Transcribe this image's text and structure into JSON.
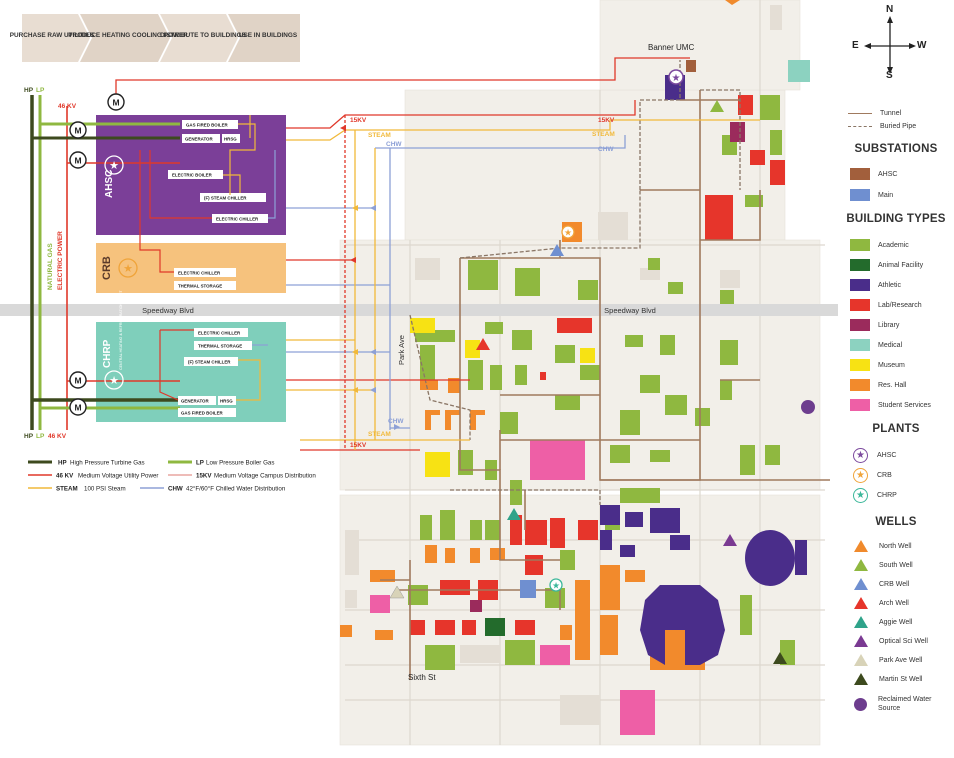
{
  "process_steps": [
    "PURCHASE RAW UTILITIES",
    "PRODUCE HEATING COOLING POWER",
    "DISTRIBUTE TO BUILDINGS",
    "USE IN BUILDINGS"
  ],
  "side_labels": {
    "hp": "HP",
    "lp": "LP",
    "kv46": "46 KV",
    "natural_gas": "NATURAL GAS",
    "electric_power": "ELECTRIC POWER",
    "motor": "M"
  },
  "line_labels": {
    "kv15": "15KV",
    "steam": "STEAM",
    "chw": "CHW"
  },
  "plants_diagram": {
    "ahsc": {
      "name": "AHSC",
      "equipment": [
        "GAS FIRED BOILER",
        "GENERATOR",
        "HRSG",
        "ELECTRIC BOILER",
        "(F) STEAM CHILLER",
        "ELECTRIC CHILLER"
      ]
    },
    "crb": {
      "name": "CRB",
      "equipment": [
        "ELECTRIC CHILLER",
        "THERMAL STORAGE"
      ]
    },
    "chrp": {
      "name": "CHRP",
      "subtitle": "CENTRAL HEATING & REFRIGERATION PLANT",
      "equipment": [
        "ELECTRIC CHILLER",
        "THERMAL STORAGE",
        "(F) STEAM CHILLER",
        "GENERATOR",
        "HRSG",
        "GAS FIRED BOILER"
      ]
    }
  },
  "line_legend": [
    {
      "abbr": "HP",
      "text": "High Pressure Turbine Gas",
      "color": "#3d4a1e"
    },
    {
      "abbr": "LP",
      "text": "Low Pressure Boiler Gas",
      "color": "#8fb840"
    },
    {
      "abbr": "46 KV",
      "text": "Medium Voltage Utility Power",
      "color": "#e0382a"
    },
    {
      "abbr": "15KV",
      "text": "Medium Voltage Campus Distribution",
      "color": "#e8a6a0"
    },
    {
      "abbr": "STEAM",
      "text": "100 PSI Steam",
      "color": "#f1b93a"
    },
    {
      "abbr": "CHW",
      "text": "42°F/60°F Chilled Water Distribution",
      "color": "#8da0d6"
    }
  ],
  "map_labels": {
    "banner_umc": "Banner UMC",
    "speedway_left": "Speedway Blvd",
    "speedway_right": "Speedway Blvd",
    "park_ave": "Park Ave",
    "sixth_st": "Sixth St"
  },
  "compass": {
    "n": "N",
    "s": "S",
    "e": "E",
    "w": "W"
  },
  "legend": {
    "tunnel": "Tunnel",
    "buried_pipe": "Buried Pipe",
    "substations_title": "SUBSTATIONS",
    "substations": [
      {
        "label": "AHSC",
        "color": "#a25f3c"
      },
      {
        "label": "Main",
        "color": "#6f8fd0"
      }
    ],
    "building_types_title": "BUILDING TYPES",
    "building_types": [
      {
        "label": "Academic",
        "color": "#8fb840"
      },
      {
        "label": "Animal Facility",
        "color": "#236b2c"
      },
      {
        "label": "Athletic",
        "color": "#4a2d8a"
      },
      {
        "label": "Lab/Research",
        "color": "#e6352b"
      },
      {
        "label": "Library",
        "color": "#9b2b5c"
      },
      {
        "label": "Medical",
        "color": "#8cd2c0"
      },
      {
        "label": "Museum",
        "color": "#f7e214"
      },
      {
        "label": "Res. Hall",
        "color": "#f28a2c"
      },
      {
        "label": "Student Services",
        "color": "#ee5fa6"
      }
    ],
    "plants_title": "PLANTS",
    "plants": [
      {
        "label": "AHSC",
        "color": "#7c4a9e"
      },
      {
        "label": "CRB",
        "color": "#f0a43a"
      },
      {
        "label": "CHRP",
        "color": "#3bb79a"
      }
    ],
    "wells_title": "WELLS",
    "wells": [
      {
        "label": "North Well",
        "color": "#f08a2c"
      },
      {
        "label": "South Well",
        "color": "#8fb840"
      },
      {
        "label": "CRB Well",
        "color": "#6f8fd0"
      },
      {
        "label": "Arch Well",
        "color": "#e6352b"
      },
      {
        "label": "Aggie Well",
        "color": "#2fa38a"
      },
      {
        "label": "Optical Sci Well",
        "color": "#7a3a92"
      },
      {
        "label": "Park Ave Well",
        "color": "#d8d3b8"
      },
      {
        "label": "Martin St Well",
        "color": "#3d4a1e"
      }
    ],
    "reclaimed": {
      "label": "Reclaimed Water Source",
      "color": "#6d3d8e"
    }
  }
}
